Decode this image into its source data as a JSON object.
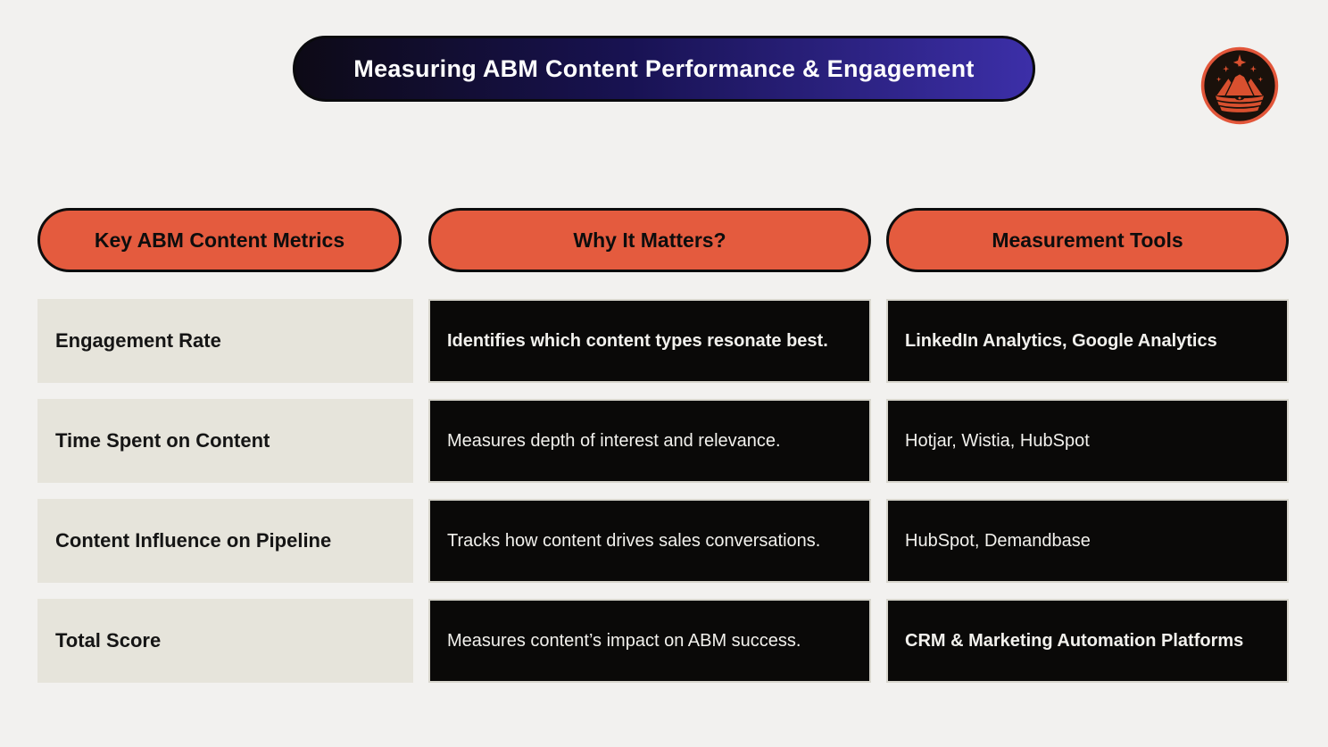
{
  "title": "Measuring ABM Content Performance & Engagement",
  "logo": {
    "icon": "crown-mountain-logo"
  },
  "colors": {
    "background": "#f2f1ef",
    "accent_orange": "#e45b3e",
    "title_gradient_start": "#0d0a16",
    "title_gradient_end": "#3c2fa8",
    "metric_cell_bg": "#e6e4db",
    "dark_cell_bg": "#0a0908",
    "logo_orange": "#e2563a"
  },
  "table": {
    "headers": [
      "Key ABM Content Metrics",
      "Why It Matters?",
      "Measurement Tools"
    ],
    "rows": [
      {
        "metric": "Engagement Rate",
        "why": "Identifies which content types resonate best.",
        "tools": "LinkedIn Analytics, Google Analytics"
      },
      {
        "metric": "Time Spent on Content",
        "why": "Measures depth of interest and relevance.",
        "tools": "Hotjar, Wistia, HubSpot"
      },
      {
        "metric": "Content Influence on Pipeline",
        "why": "Tracks how content drives sales conversations.",
        "tools": "HubSpot, Demandbase"
      },
      {
        "metric": "Total Score",
        "why": "Measures content’s impact on ABM success.",
        "tools": "CRM & Marketing Automation Platforms"
      }
    ]
  }
}
